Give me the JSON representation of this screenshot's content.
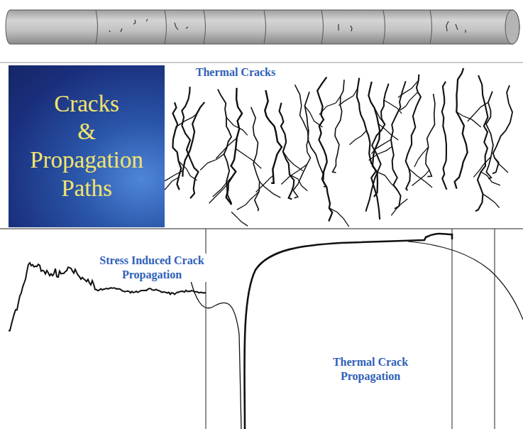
{
  "diagram": {
    "nodes": [
      {
        "text": [
          "Cracks & Propagation Paths"
        ]
      }
    ],
    "labels": [
      "Thermal Cracks",
      "Stress Induced Crack Propagation",
      "Thermal Crack Propagation"
    ]
  }
}
